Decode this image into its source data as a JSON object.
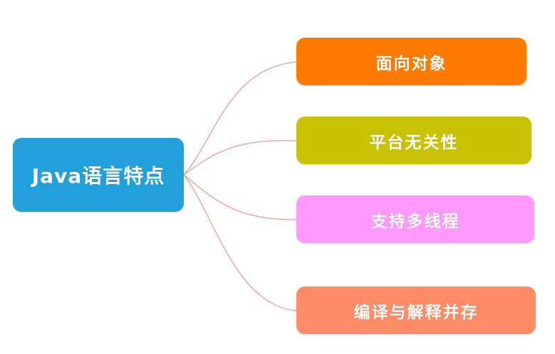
{
  "diagram": {
    "root": {
      "label": "Java语言特点",
      "color": "#22a0dc"
    },
    "connector_color": "#f19a9a",
    "branches": [
      {
        "label": "面向对象",
        "color": "#ff7a00"
      },
      {
        "label": "平台无关性",
        "color": "#c8c200"
      },
      {
        "label": "支持多线程",
        "color": "#ff99ff"
      },
      {
        "label": "编译与解释并存",
        "color": "#ff8c66"
      }
    ]
  }
}
